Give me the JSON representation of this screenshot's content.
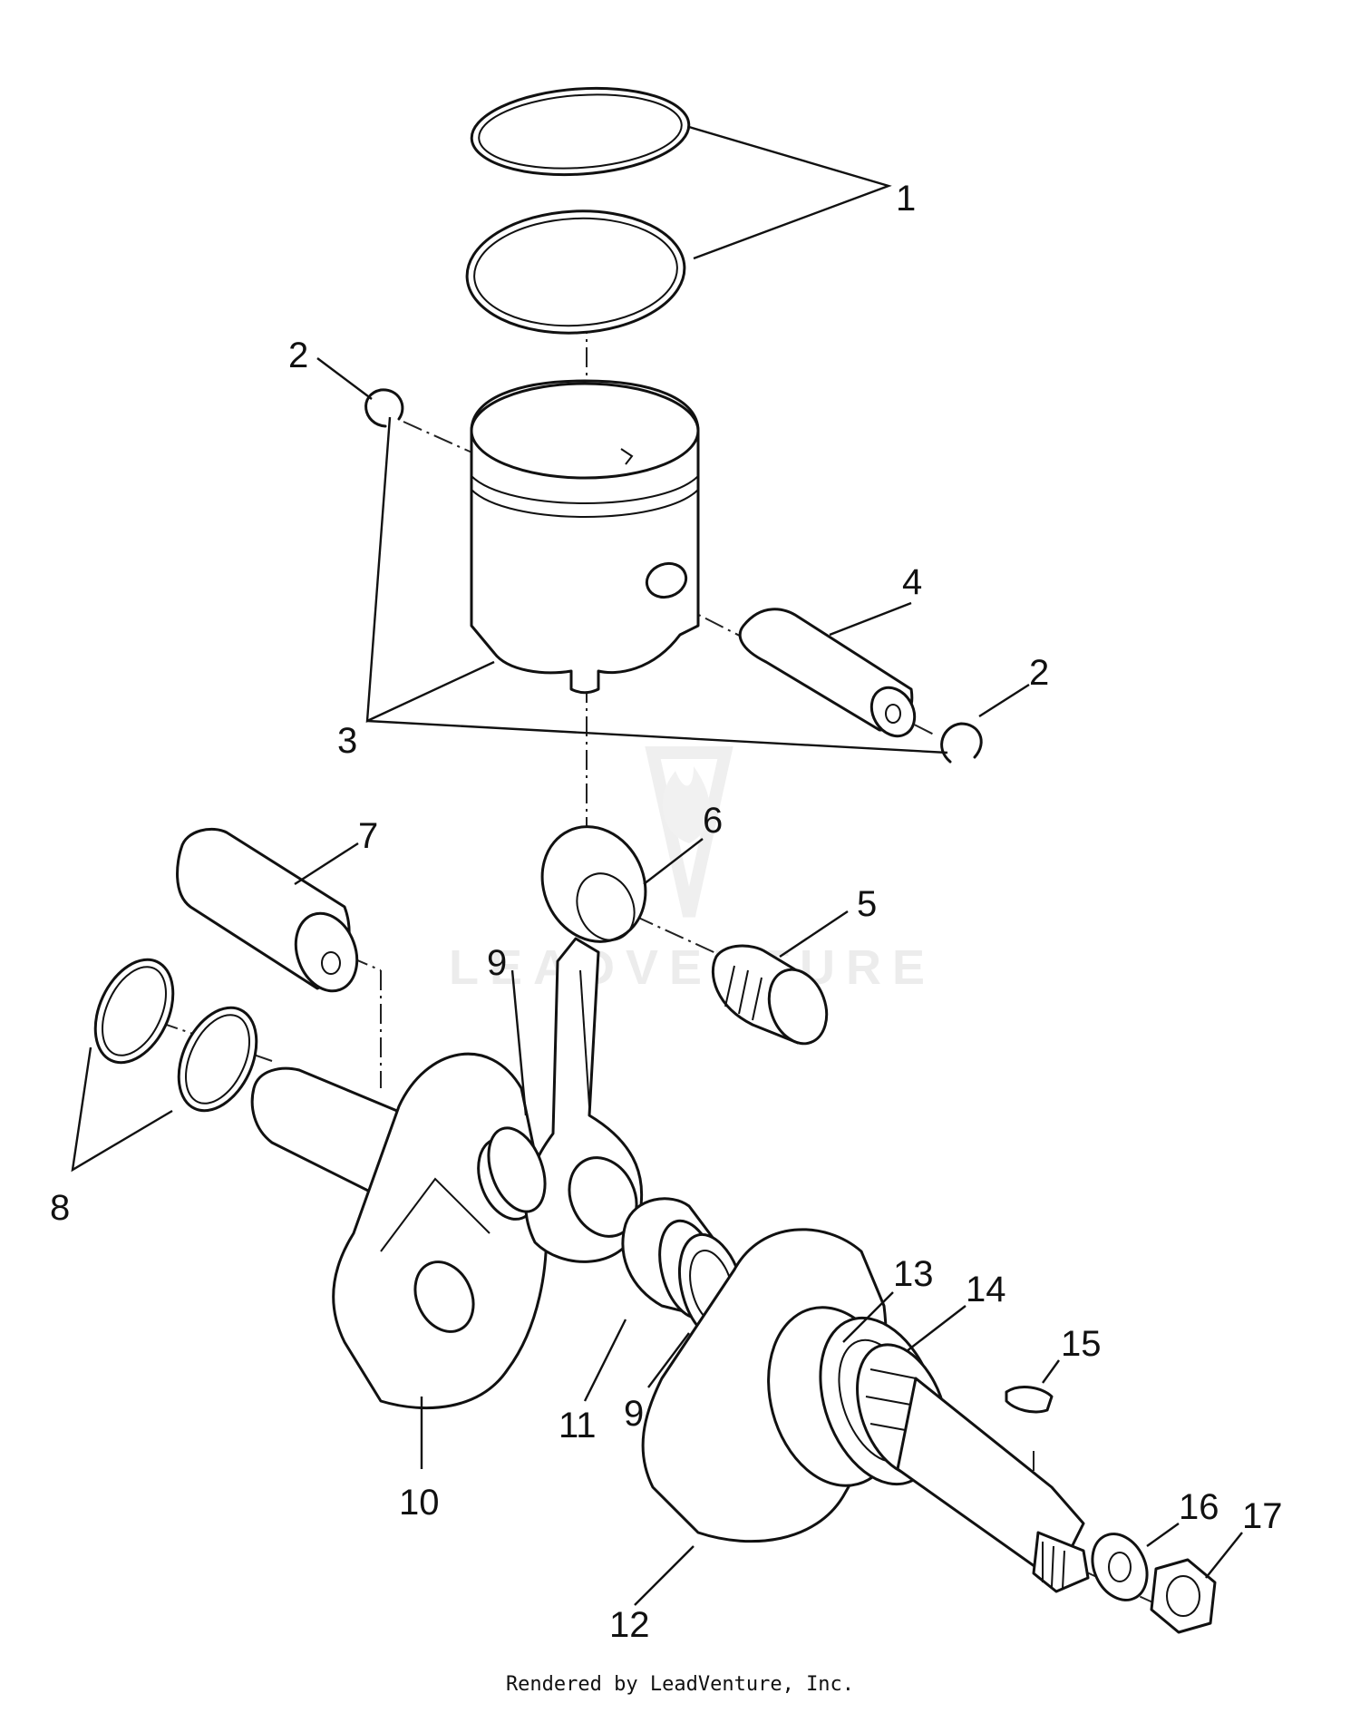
{
  "diagram": {
    "callouts": [
      "1",
      "2",
      "2",
      "3",
      "4",
      "5",
      "6",
      "7",
      "8",
      "9",
      "9",
      "10",
      "11",
      "12",
      "13",
      "14",
      "15",
      "16",
      "17"
    ],
    "watermark": "LEADVENTURE",
    "footer": "Rendered by LeadVenture, Inc."
  }
}
